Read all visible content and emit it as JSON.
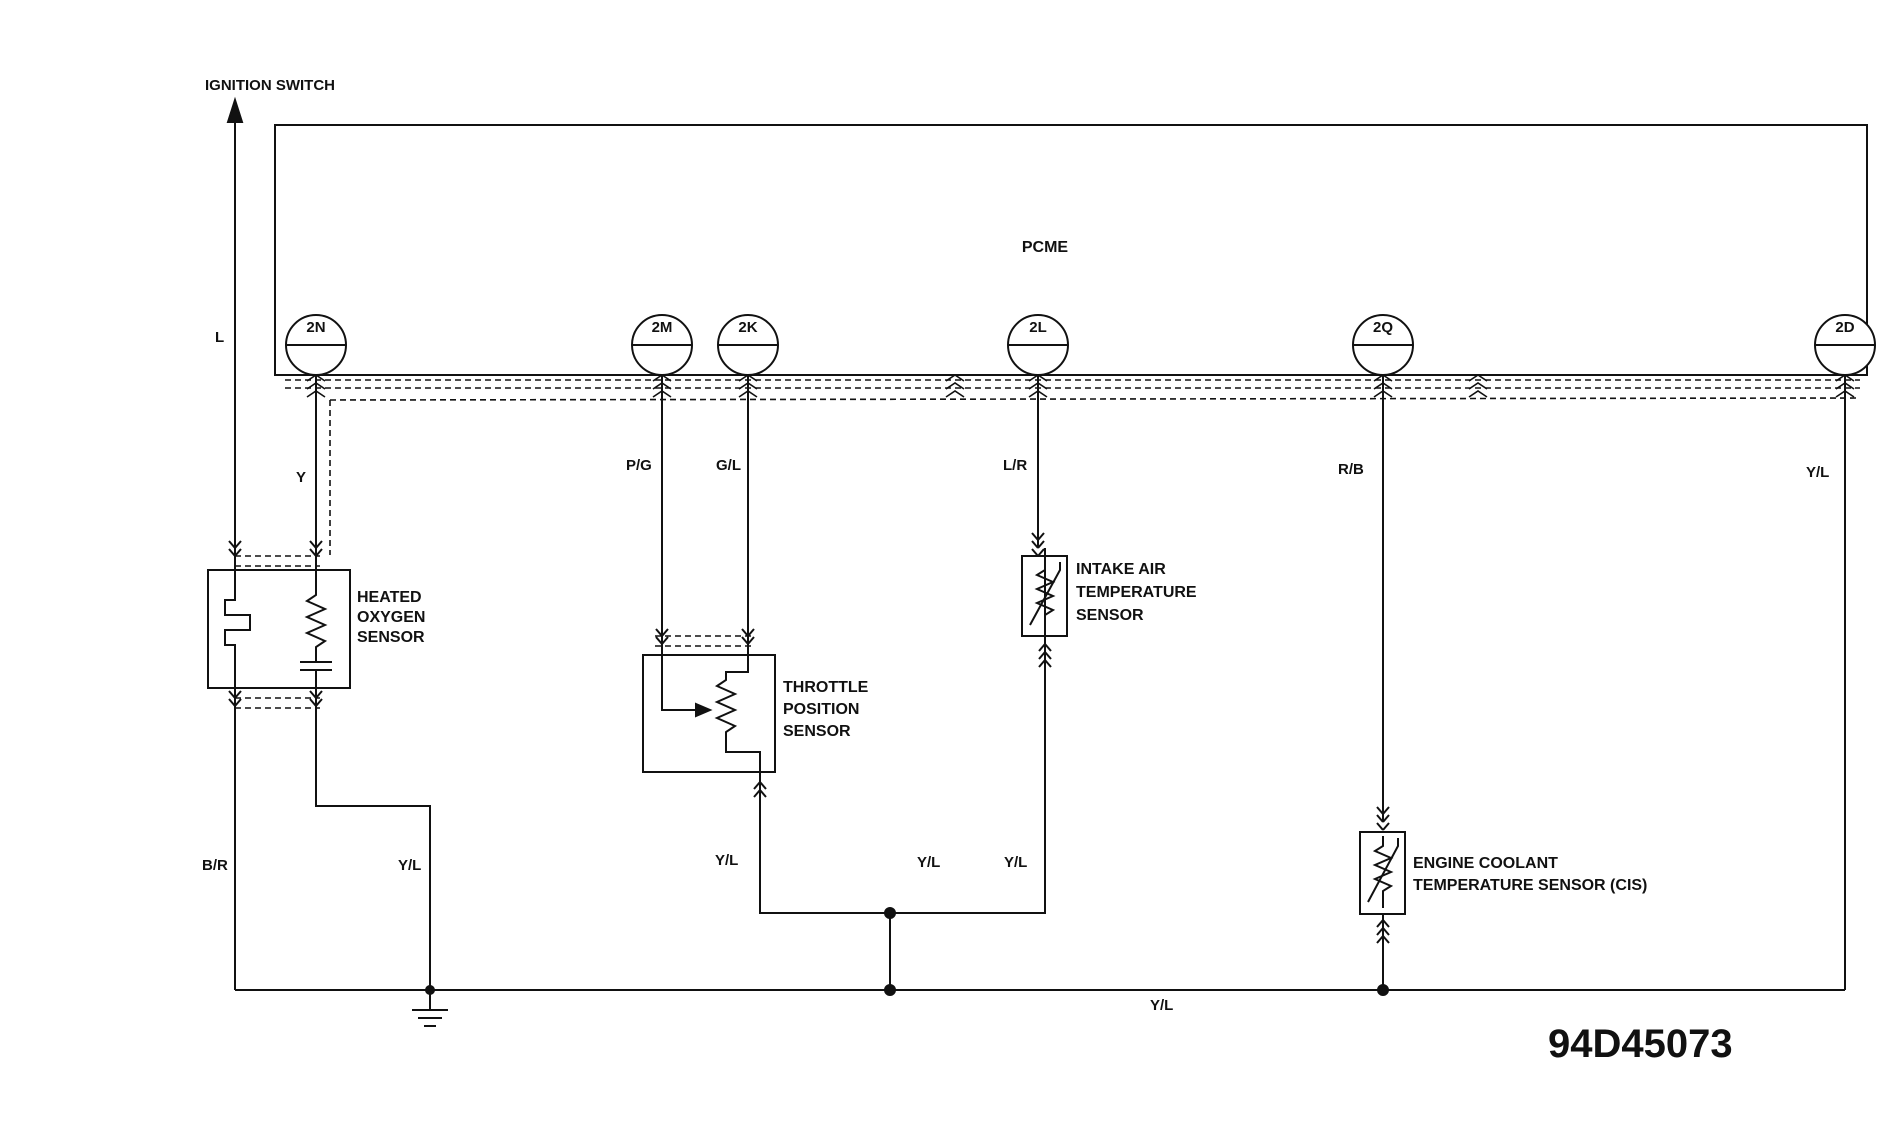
{
  "ignition_switch": "IGNITION SWITCH",
  "module": "PCME",
  "terminals": [
    "2N",
    "2M",
    "2K",
    "2L",
    "2Q",
    "2D"
  ],
  "wires": {
    "ign": "L",
    "o2_signal": "Y",
    "tps_ref": "P/G",
    "tps_signal": "G/L",
    "iat_signal": "L/R",
    "ect_signal": "R/B",
    "return_right": "Y/L",
    "o2_heater_ground": "B/R",
    "o2_return": "Y/L",
    "tps_return": "Y/L",
    "junction_return": "Y/L",
    "iat_return": "Y/L",
    "bottom_bus": "Y/L"
  },
  "components": {
    "heated_oxygen_sensor": [
      "HEATED",
      "OXYGEN",
      "SENSOR"
    ],
    "throttle_position_sensor": [
      "THROTTLE",
      "POSITION",
      "SENSOR"
    ],
    "intake_air_temperature_sensor": [
      "INTAKE AIR",
      "TEMPERATURE",
      "SENSOR"
    ],
    "engine_coolant_temperature_sensor": [
      "ENGINE COOLANT",
      "TEMPERATURE SENSOR (CIS)"
    ]
  },
  "figure_code": "94D45073",
  "colors": {
    "ink": "#111111",
    "background": "#ffffff"
  }
}
